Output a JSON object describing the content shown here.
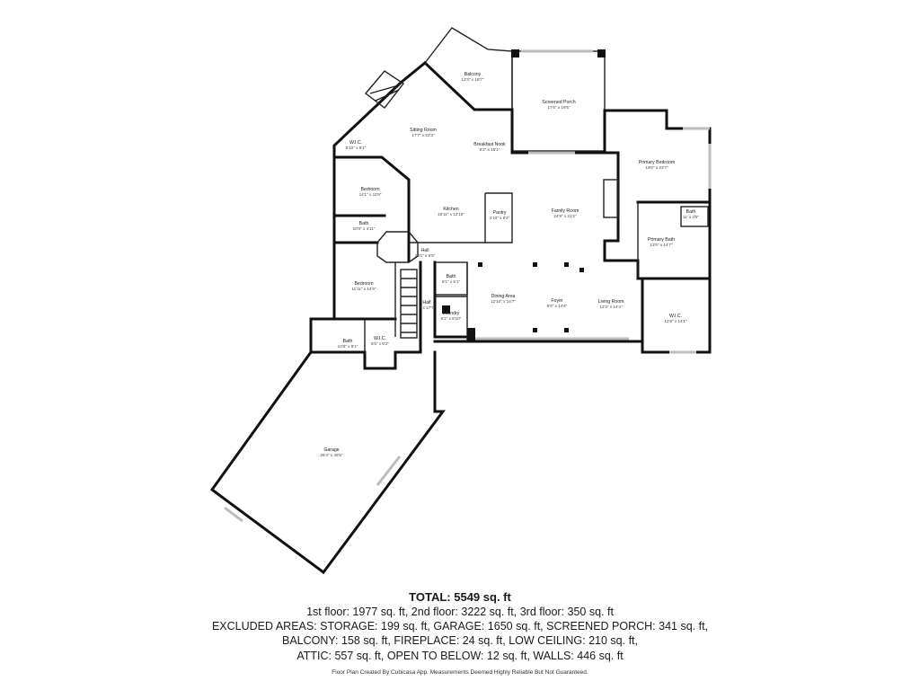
{
  "rooms": [
    {
      "id": "balcony",
      "name": "Balcony",
      "dim": "12'3\" x 18'7\""
    },
    {
      "id": "screened-porch",
      "name": "Screened Porch",
      "dim": "17'6\" x 19'5\""
    },
    {
      "id": "sitting-room",
      "name": "Sitting Room",
      "dim": "17'7\" x 22'3\""
    },
    {
      "id": "breakfast-nook",
      "name": "Breakfast Nook",
      "dim": "8'2\" x 15'1\""
    },
    {
      "id": "primary-bedroom",
      "name": "Primary Bedroom",
      "dim": "19'0\" x 23'7\""
    },
    {
      "id": "wic-1",
      "name": "W.I.C.",
      "dim": "8'10\" x 5'1\""
    },
    {
      "id": "bedroom-1",
      "name": "Bedroom",
      "dim": "14'1\" x 11'9\""
    },
    {
      "id": "kitchen",
      "name": "Kitchen",
      "dim": "18'11\" x 12'10\""
    },
    {
      "id": "pantry",
      "name": "Pantry",
      "dim": "4'10\" x 8'4\""
    },
    {
      "id": "family-room",
      "name": "Family Room",
      "dim": "24'9\" x 21'2\""
    },
    {
      "id": "bath-primary-small",
      "name": "Bath",
      "dim": "11' x 4'5\""
    },
    {
      "id": "bath-1",
      "name": "Bath",
      "dim": "10'0\" x 4'11\""
    },
    {
      "id": "hall-1",
      "name": "Hall",
      "dim": "20'1\" x 6'5\""
    },
    {
      "id": "primary-bath",
      "name": "Primary Bath",
      "dim": "13'5\" x 14'7\""
    },
    {
      "id": "bath-2",
      "name": "Bath",
      "dim": "8'1\" x 5'1\""
    },
    {
      "id": "bedroom-2",
      "name": "Bedroom",
      "dim": "11'11\" x 14'6\""
    },
    {
      "id": "half",
      "name": "Half",
      "dim": "7' x 17'7\""
    },
    {
      "id": "dining-area",
      "name": "Dining Area",
      "dim": "12'10\" x 14'7\""
    },
    {
      "id": "foyer",
      "name": "Foyer",
      "dim": "8'6\" x 14'4\""
    },
    {
      "id": "living-room",
      "name": "Living Room",
      "dim": "12'3\" x 14'4\""
    },
    {
      "id": "laundry",
      "name": "Laundry",
      "dim": "6'1\" x 8'10\""
    },
    {
      "id": "wic-primary",
      "name": "W.I.C.",
      "dim": "12'8\" x 14'1\""
    },
    {
      "id": "bath-3",
      "name": "Bath",
      "dim": "10'6\" x 9'1\""
    },
    {
      "id": "wic-2",
      "name": "W.I.C.",
      "dim": "5'5\" x 6'2\""
    },
    {
      "id": "garage",
      "name": "Garage",
      "dim": "26'4\" x 46'5\""
    }
  ],
  "summary": {
    "total": "TOTAL: 5549 sq. ft",
    "lines": [
      "1st floor: 1977 sq. ft, 2nd floor: 3222 sq. ft, 3rd floor: 350 sq. ft",
      "EXCLUDED AREAS: STORAGE: 199 sq. ft, GARAGE: 1650 sq. ft, SCREENED PORCH: 341 sq. ft,",
      "BALCONY: 158 sq. ft, FIREPLACE: 24 sq. ft, LOW CEILING: 210 sq. ft,",
      "ATTIC: 557 sq. ft, OPEN TO BELOW: 12 sq. ft, WALLS: 446 sq. ft"
    ],
    "credit": "Floor Plan Created By Cubicasa App. Measurements Deemed Highly Reliable But Not Guaranteed."
  }
}
